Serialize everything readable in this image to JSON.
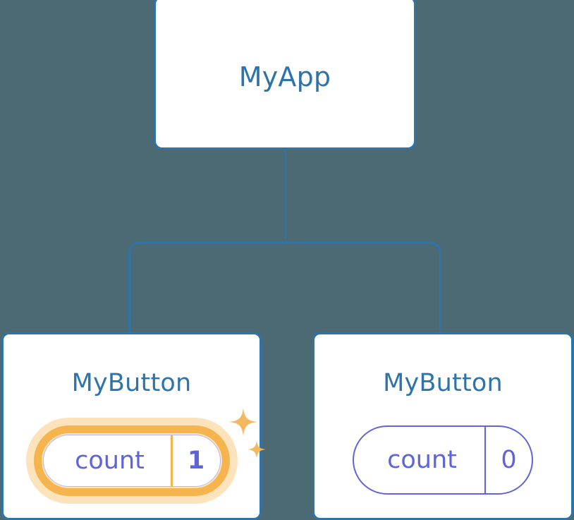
{
  "diagram": {
    "type": "component-tree",
    "background_color": "#4c6a74",
    "accent_blue": "#2e74a8",
    "state_purple": "#5f64d8",
    "highlight_orange": "#f5b44e",
    "highlight_halo": "#fce3bb",
    "root": {
      "title": "MyApp"
    },
    "children": [
      {
        "title": "MyButton",
        "state": {
          "key": "count",
          "value": "1"
        },
        "highlighted": true,
        "sparkle_icons": [
          "sparkle-large-icon",
          "sparkle-small-icon"
        ]
      },
      {
        "title": "MyButton",
        "state": {
          "key": "count",
          "value": "0"
        },
        "highlighted": false
      }
    ]
  }
}
